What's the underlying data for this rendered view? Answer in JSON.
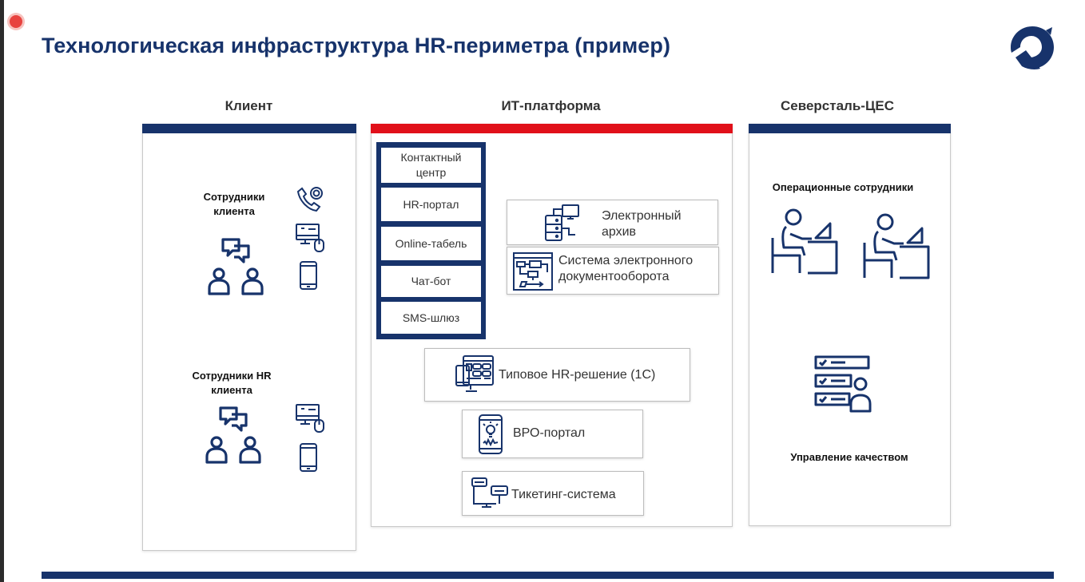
{
  "slide": {
    "title": "Технологическая инфраструктура HR-периметра (пример)"
  },
  "columns": {
    "client": {
      "header": "Клиент",
      "group1_label": "Сотрудники клиента",
      "group2_label": "Сотрудники HR клиента"
    },
    "it": {
      "header": "ИТ-платформа",
      "channels": [
        "Контактный центр",
        "HR-портал",
        "Online-табель",
        "Чат-бот",
        "SMS-шлюз"
      ],
      "archive": "Электронный архив",
      "edo": "Система электронного документооборота",
      "hr_solution": "Типовое HR-решение (1С)",
      "bro_portal": "ВРО-портал",
      "ticketing": "Тикетинг-система"
    },
    "severstal": {
      "header": "Северсталь-ЦЕС",
      "operational": "Операционные сотрудники",
      "quality": "Управление качеством"
    }
  },
  "colors": {
    "navy": "#17336b",
    "red": "#e1101a"
  },
  "icons": [
    "people-chat-icon",
    "phone-call-icon",
    "computer-mouse-icon",
    "smartphone-icon",
    "archive-server-icon",
    "workflow-icon",
    "dashboard-monitor-icon",
    "mobile-bulb-icon",
    "chat-devices-icon",
    "office-worker-icon",
    "checklist-person-icon",
    "company-logo-icon",
    "recording-indicator-icon"
  ]
}
